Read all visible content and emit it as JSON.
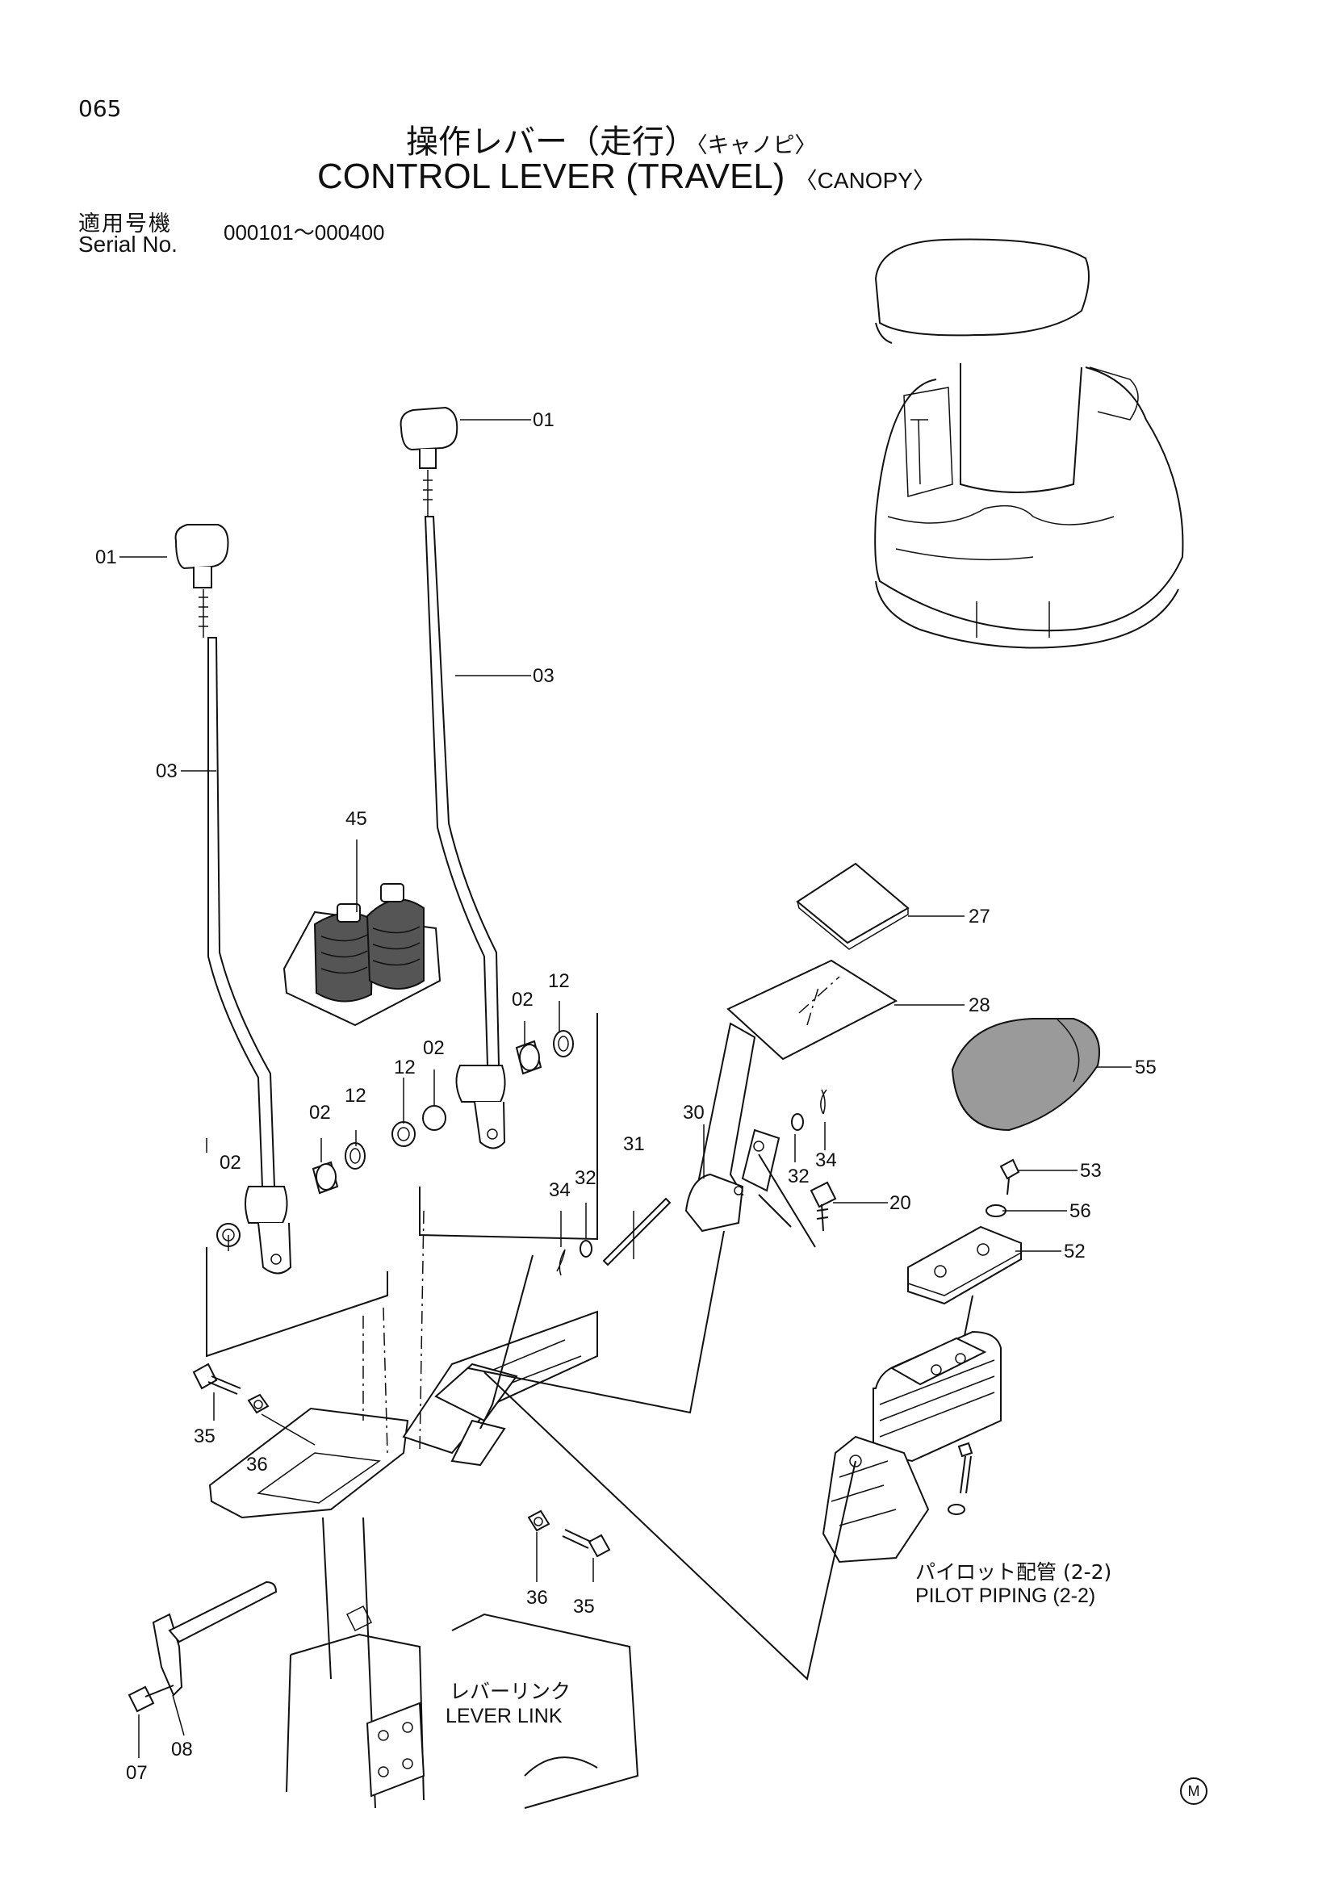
{
  "page_number": "065",
  "title_jp": "操作レバー（走行）",
  "title_jp_sub": "〈キャノピ〉",
  "title_en": "CONTROL LEVER  (TRAVEL)",
  "title_en_sub": "〈CANOPY〉",
  "serial_label_jp": "適用号機",
  "serial_label_en": "Serial No.",
  "serial_range": "000101～000400",
  "pilot_piping_jp": "パイロット配管 (2-2)",
  "pilot_piping_en": "PILOT  PIPING (2-2)",
  "lever_link_jp": "レバーリンク",
  "lever_link_en": "LEVER LINK",
  "mark": "M",
  "callouts": {
    "c01a": "01",
    "c01b": "01",
    "c03a": "03",
    "c03b": "03",
    "c45": "45",
    "c02a": "02",
    "c12a": "12",
    "c02b": "02",
    "c12b": "12",
    "c02c": "02",
    "c12c": "12",
    "c02d": "02",
    "c27": "27",
    "c28": "28",
    "c55": "55",
    "c30": "30",
    "c31": "31",
    "c32a": "32",
    "c34a": "34",
    "c32b": "32",
    "c34b": "34",
    "c20": "20",
    "c53": "53",
    "c56": "56",
    "c52": "52",
    "c35a": "35",
    "c36a": "36",
    "c36b": "36",
    "c35b": "35",
    "c07": "07",
    "c08": "08"
  }
}
